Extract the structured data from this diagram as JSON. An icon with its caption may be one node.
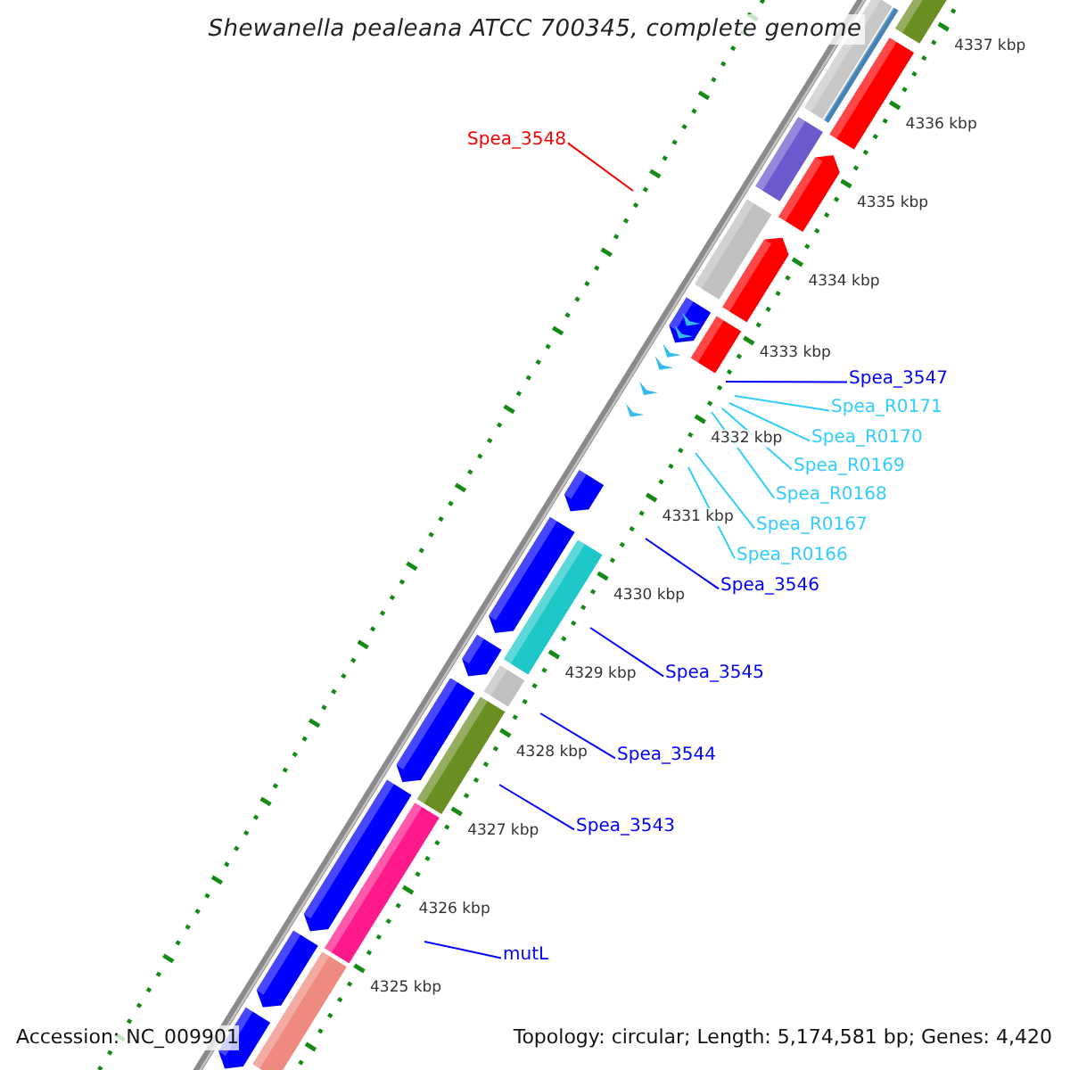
{
  "diagram": {
    "title": "Shewanella pealeana ATCC 700345, complete genome",
    "nodes": [
      {
        "text": [
          "Spea_3548"
        ]
      },
      {
        "text": [
          "Spea_3547"
        ]
      },
      {
        "text": [
          "Spea_R0171"
        ]
      },
      {
        "text": [
          "Spea_R0170"
        ]
      },
      {
        "text": [
          "Spea_R0169"
        ]
      },
      {
        "text": [
          "Spea_R0168"
        ]
      },
      {
        "text": [
          "Spea_R0167"
        ]
      },
      {
        "text": [
          "Spea_R0166"
        ]
      },
      {
        "text": [
          "Spea_3546"
        ]
      },
      {
        "text": [
          "Spea_3545"
        ]
      },
      {
        "text": [
          "Spea_3544"
        ]
      },
      {
        "text": [
          "Spea_3543"
        ]
      },
      {
        "text": [
          "mutL"
        ]
      }
    ],
    "edges": [
      {
        "from": 0,
        "to": null,
        "arrow": "none",
        "color": "#ff0000"
      },
      {
        "from": 1,
        "to": null,
        "arrow": "none",
        "color": "#0000ff"
      },
      {
        "from": 2,
        "to": null,
        "arrow": "none",
        "color": "#33ccff"
      },
      {
        "from": 3,
        "to": null,
        "arrow": "none",
        "color": "#33ccff"
      },
      {
        "from": 4,
        "to": null,
        "arrow": "none",
        "color": "#33ccff"
      },
      {
        "from": 5,
        "to": null,
        "arrow": "none",
        "color": "#33ccff"
      },
      {
        "from": 6,
        "to": null,
        "arrow": "none",
        "color": "#33ccff"
      },
      {
        "from": 7,
        "to": null,
        "arrow": "none",
        "color": "#33ccff"
      },
      {
        "from": 8,
        "to": null,
        "arrow": "none",
        "color": "#0000ff"
      },
      {
        "from": 9,
        "to": null,
        "arrow": "none",
        "color": "#0000ff"
      },
      {
        "from": 10,
        "to": null,
        "arrow": "none",
        "color": "#0000ff"
      },
      {
        "from": 11,
        "to": null,
        "arrow": "none",
        "color": "#0000ff"
      },
      {
        "from": 12,
        "to": null,
        "arrow": "none",
        "color": "#0000ff"
      }
    ],
    "labels": [
      "4337 kbp",
      "4336 kbp",
      "4335 kbp",
      "4334 kbp",
      "4333 kbp",
      "4332 kbp",
      "4331 kbp",
      "4330 kbp",
      "4329 kbp",
      "4328 kbp",
      "4327 kbp",
      "4326 kbp",
      "4325 kbp",
      "Accession: NC_009901",
      "Topology: circular; Length: 5,174,581 bp; Genes: 4,420"
    ]
  }
}
